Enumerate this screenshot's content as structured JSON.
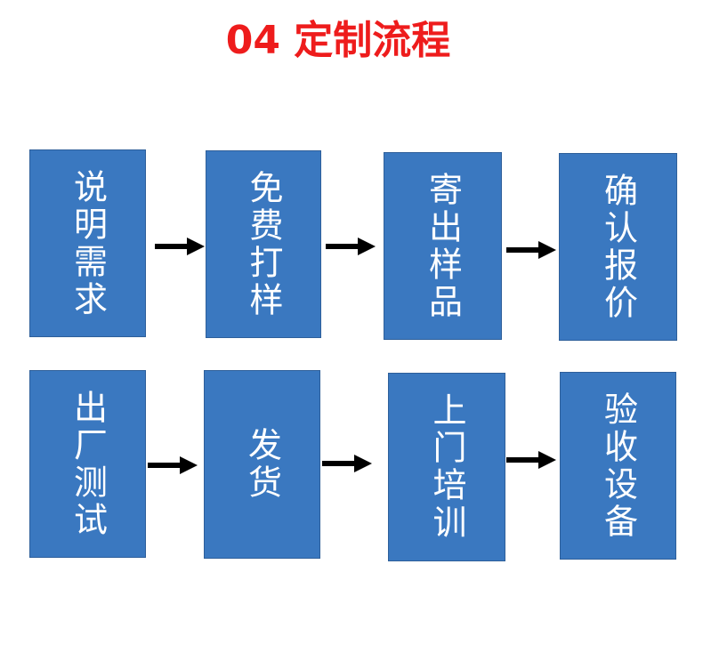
{
  "title": {
    "text": "04 定制流程",
    "color": "#ee1c1c"
  },
  "style": {
    "box_color": "#3a78c0",
    "text_color": "#ffffff",
    "arrow_color": "#000000"
  },
  "flow": {
    "row1": [
      {
        "label": "说明需求"
      },
      {
        "label": "免费打样"
      },
      {
        "label": "寄出样品"
      },
      {
        "label": "确认报价"
      }
    ],
    "row2": [
      {
        "label": "出厂测试"
      },
      {
        "label": "发货"
      },
      {
        "label": "上门培训"
      },
      {
        "label": "验收设备"
      }
    ]
  }
}
